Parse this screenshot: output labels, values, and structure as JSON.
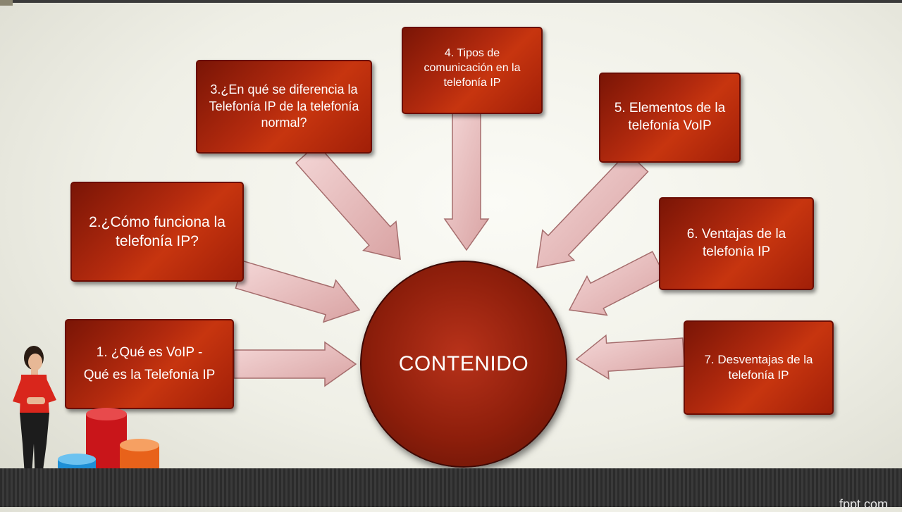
{
  "center": {
    "label": "CONTENIDO"
  },
  "items": [
    {
      "lines": [
        "1. ¿Qué es VoIP -",
        "Qué es la Telefonía IP"
      ]
    },
    {
      "lines": [
        "2.¿Cómo funciona la telefonía IP?"
      ]
    },
    {
      "lines": [
        "3.¿En qué se diferencia la Telefonía IP de la telefonía normal?"
      ]
    },
    {
      "lines": [
        "4. Tipos de comunicación en la telefonía IP"
      ]
    },
    {
      "lines": [
        "5. Elementos de la telefonía VoIP"
      ]
    },
    {
      "lines": [
        "6. Ventajas de la telefonía IP"
      ]
    },
    {
      "lines": [
        "7. Desventajas de la telefonía IP"
      ]
    }
  ],
  "footer": {
    "brand": "fppt.com"
  },
  "colors": {
    "box": "#b32a0e",
    "center": "#8d1e0b",
    "arrow": "#e6b8b8"
  }
}
